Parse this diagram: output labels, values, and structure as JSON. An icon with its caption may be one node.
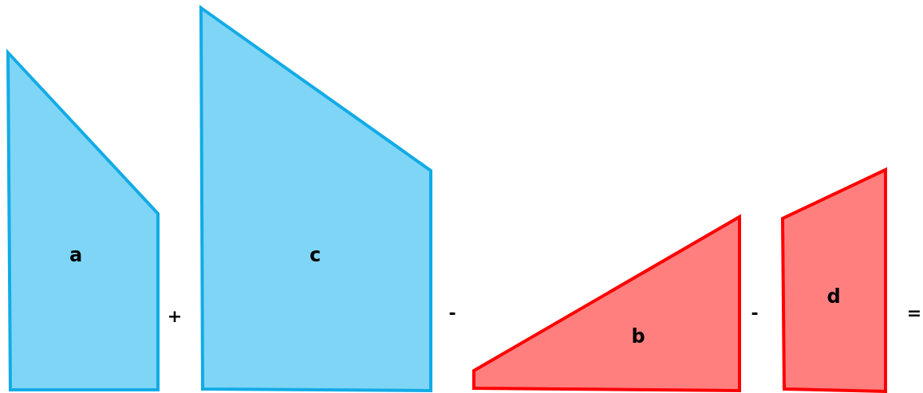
{
  "diagram": {
    "nodes": [
      {
        "text": [
          "a"
        ]
      },
      {
        "text": [
          "c"
        ]
      },
      {
        "text": [
          "b"
        ]
      },
      {
        "text": [
          "d"
        ]
      }
    ],
    "labels": [
      "+",
      "-",
      "-",
      "="
    ]
  }
}
